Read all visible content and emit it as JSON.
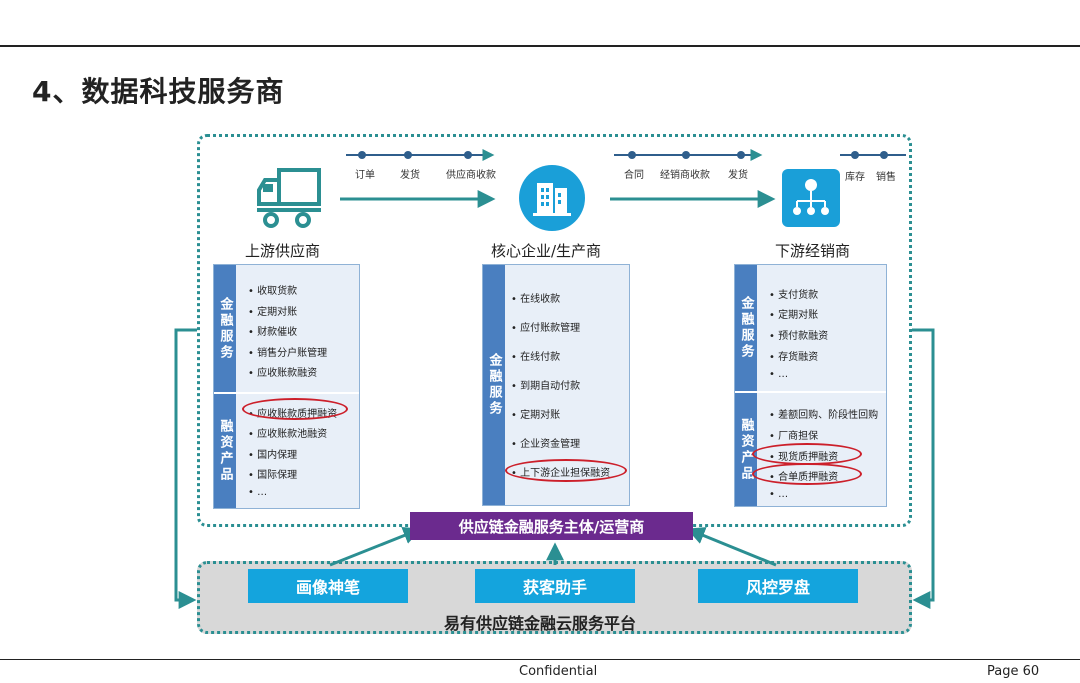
{
  "page": {
    "title": "4、数据科技服务商",
    "footer_center": "Confidential",
    "footer_right": "Page 60"
  },
  "nodes": {
    "upstream": "上游供应商",
    "core": "核心企业/生产商",
    "downstream": "下游经销商"
  },
  "flow_labels": {
    "left": [
      "订单",
      "发货",
      "供应商收款"
    ],
    "middle": [
      "合同",
      "经销商收款",
      "发货"
    ],
    "right": [
      "库存",
      "销售"
    ]
  },
  "upstream_panel": {
    "services_title": "金融服务",
    "services": [
      "收取货款",
      "定期对账",
      "财款催收",
      "销售分户账管理",
      "应收账款融资"
    ],
    "products_title": "融资产品",
    "products": [
      "应收账款质押融资",
      "应收账款池融资",
      "国内保理",
      "国际保理",
      "…"
    ]
  },
  "core_panel": {
    "services_title": "金融服务",
    "services": [
      "在线收款",
      "应付账款管理",
      "在线付款",
      "到期自动付款",
      "定期对账",
      "企业资金管理",
      "上下游企业担保融资"
    ]
  },
  "downstream_panel": {
    "services_title": "金融服务",
    "services": [
      "支付货款",
      "定期对账",
      "预付款融资",
      "存货融资",
      "…"
    ],
    "products_title": "融资产品",
    "products": [
      "差额回购、阶段性回购",
      "厂商担保",
      "现货质押融资",
      "合单质押融资",
      "…"
    ]
  },
  "operator": "供应链金融服务主体/运营商",
  "tools": [
    "画像神笔",
    "获客助手",
    "风控罗盘"
  ],
  "platform": "易有供应链金融云服务平台",
  "colors": {
    "teal": "#2b8f92",
    "panel_blue": "#4a7fc0",
    "panel_bg": "#e8eff8",
    "purple": "#6b2a8e",
    "tool_blue": "#14a4dd",
    "highlight_red": "#cc1f2a"
  }
}
